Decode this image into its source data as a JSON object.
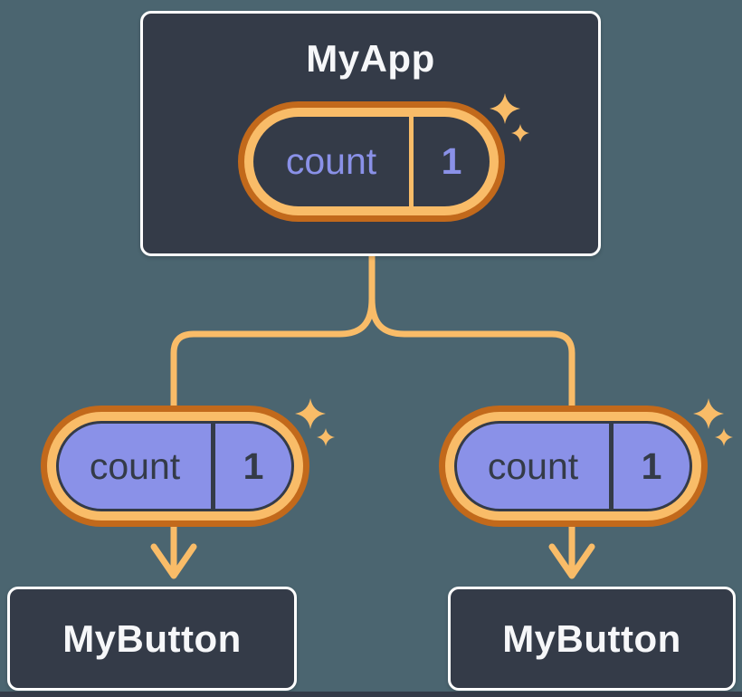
{
  "diagram": {
    "type": "component-state-tree",
    "colors": {
      "background": "#4B6570",
      "node_fill": "#343B48",
      "node_border": "#FFFFFF",
      "line_orange": "#F9BC68",
      "ring_orange_dark": "#C2691B",
      "ring_orange_light": "#F9BC68",
      "state_purple": "#8A91E8",
      "text_light": "#F6F7F9",
      "text_dark": "#343B48"
    },
    "icons": {
      "sparkle": "4-point-star",
      "arrow": "chevron-down"
    },
    "root": {
      "title": "MyApp",
      "state": {
        "label": "count",
        "value": "1"
      }
    },
    "children": [
      {
        "title": "MyButton",
        "state": {
          "label": "count",
          "value": "1"
        }
      },
      {
        "title": "MyButton",
        "state": {
          "label": "count",
          "value": "1"
        }
      }
    ]
  }
}
